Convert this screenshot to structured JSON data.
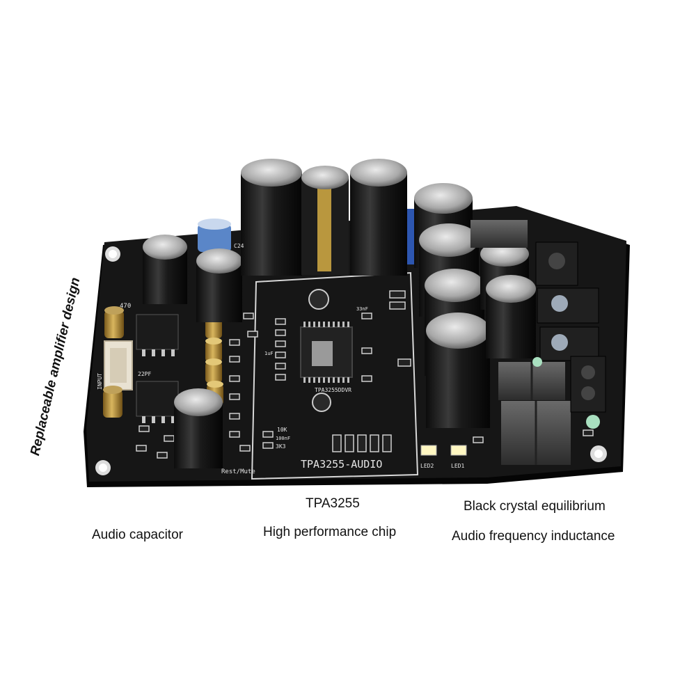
{
  "captions": {
    "side": "Replaceable amplifier design",
    "audio_capacitor": "Audio capacitor",
    "chip_title": "TPA3255",
    "chip_subtitle": "High performance chip",
    "inductor_title": "Black crystal equilibrium",
    "inductor_subtitle": "Audio frequency inductance"
  },
  "silkscreen": {
    "board_name": "TPA3255-AUDIO",
    "chip_marking": "TPA3255DDVR",
    "input_label": "INPUT",
    "reset_mute": "Rest/Mute",
    "led1": "LED1",
    "led2": "LED2",
    "cap_c24": "C24",
    "res_470": "470",
    "val_10k": "10K",
    "val_3k3": "3K3",
    "val_100nf": "100nF",
    "val_22pf": "22PF",
    "val_33nf": "33nF",
    "val_1uf": "1uF"
  },
  "colors": {
    "pcb": "#151515",
    "pcb_edge": "#050505",
    "capacitor_body": "#1d1d1d",
    "capacitor_top": "#c8c8c8",
    "inductor": "#4a4a4a",
    "terminal": "#202020",
    "jst_connector": "#e9e2d2",
    "gold_cap": "#c9a44a",
    "led": "#fff7c2"
  }
}
